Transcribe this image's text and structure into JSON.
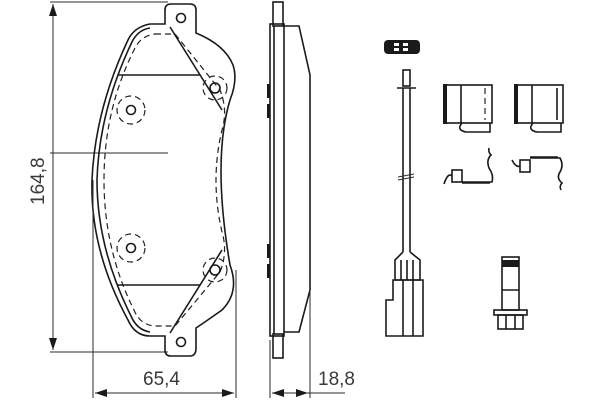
{
  "drawing": {
    "subject": "Brake pad set technical drawing",
    "dimensions": {
      "height": "164,8",
      "width": "65,4",
      "thickness": "18,8"
    },
    "components": [
      {
        "name": "brake-pad-front-view"
      },
      {
        "name": "brake-pad-side-view"
      },
      {
        "name": "wear-sensor-with-connector"
      },
      {
        "name": "anti-rattle-clip",
        "count": 2
      },
      {
        "name": "spring-clip",
        "count": 2
      },
      {
        "name": "guide-bolt"
      }
    ],
    "colors": {
      "line": "#1a1a1a",
      "text": "#3a3a3a",
      "background": "#ffffff"
    }
  }
}
